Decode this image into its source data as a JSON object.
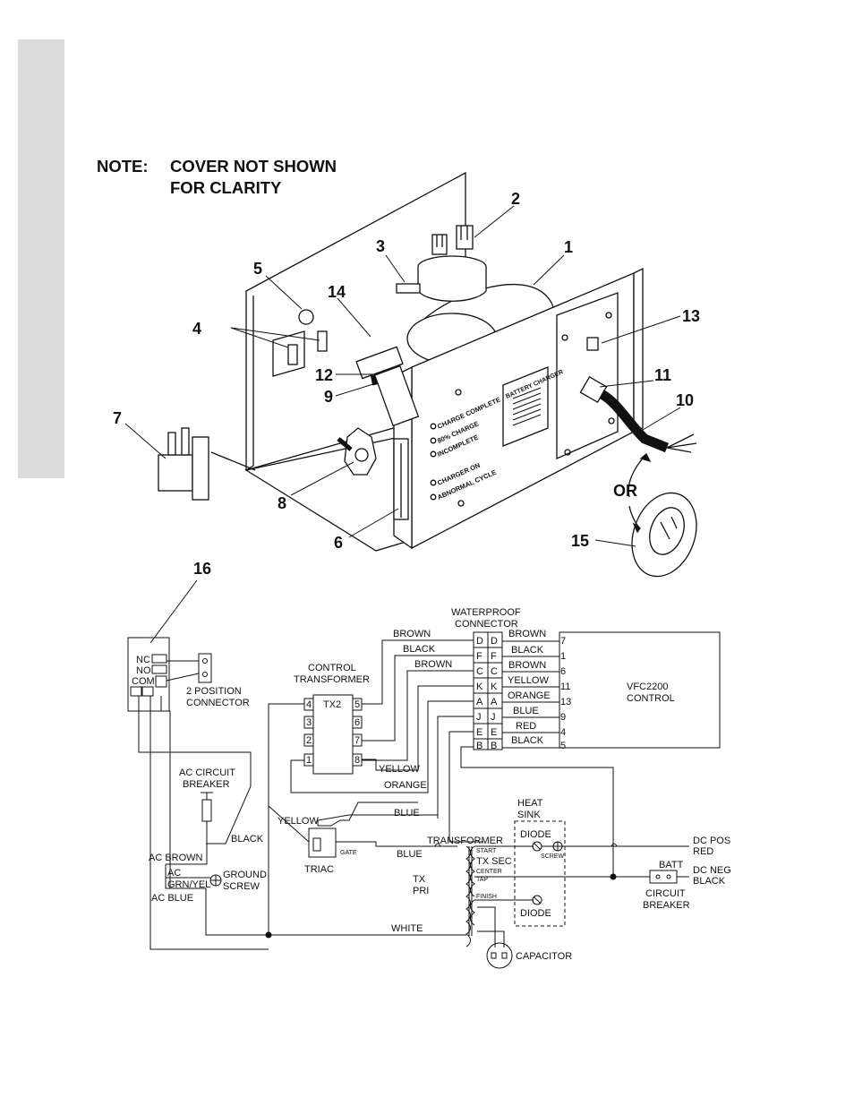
{
  "note": {
    "label": "NOTE:",
    "line1": "COVER NOT SHOWN",
    "line2": "FOR CLARITY"
  },
  "callouts": {
    "c1": "1",
    "c2": "2",
    "c3": "3",
    "c4": "4",
    "c5": "5",
    "c6": "6",
    "c7": "7",
    "c8": "8",
    "c9": "9",
    "c10": "10",
    "c11": "11",
    "c12": "12",
    "c13": "13",
    "c14": "14",
    "c15": "15",
    "c16": "16",
    "or": "OR"
  },
  "panel": {
    "indicators": [
      "CHARGE COMPLETE",
      "80% CHARGE",
      "INCOMPLETE",
      "CHARGER ON",
      "ABNORMAL CYCLE"
    ],
    "badge": "BATTERY CHARGER"
  },
  "schematic": {
    "waterproof_connector": [
      "WATERPROOF",
      "CONNECTOR"
    ],
    "control_transformer": [
      "CONTROL",
      "TRANSFORMER"
    ],
    "tx2": "TX2",
    "tx2_pins_left": [
      "4",
      "3",
      "2",
      "1"
    ],
    "tx2_pins_right": [
      "5",
      "6",
      "7",
      "8"
    ],
    "connector_rows": [
      {
        "pin": "D",
        "color": "BROWN",
        "num": "7"
      },
      {
        "pin": "F",
        "color": "BLACK",
        "num": "1"
      },
      {
        "pin": "C",
        "color": "BROWN",
        "num": "6"
      },
      {
        "pin": "K",
        "color": "YELLOW",
        "num": "11"
      },
      {
        "pin": "A",
        "color": "ORANGE",
        "num": "13"
      },
      {
        "pin": "J",
        "color": "BLUE",
        "num": "9"
      },
      {
        "pin": "E",
        "color": "RED",
        "num": "4"
      },
      {
        "pin": "B",
        "color": "BLACK",
        "num": "5"
      }
    ],
    "left_wire_labels": [
      "BROWN",
      "BLACK",
      "BROWN"
    ],
    "control": [
      "VFC2200",
      "CONTROL"
    ],
    "relay": {
      "nc": "NC",
      "no": "NO",
      "com": "COM"
    },
    "two_position_connector": [
      "2 POSITION",
      "CONNECTOR"
    ],
    "ac_circuit_breaker": [
      "AC CIRCUIT",
      "BREAKER"
    ],
    "labels": {
      "yellow_tx": "YELLOW",
      "orange": "ORANGE",
      "blue_top": "BLUE",
      "yellow_triac": "YELLOW",
      "black": "BLACK",
      "ac_brown": "AC BROWN",
      "ac": "AC",
      "grn_yel": "GRN/YEL",
      "ground_screw": [
        "GROUND",
        "SCREW"
      ],
      "ac_blue": "AC BLUE",
      "gate": "GATE",
      "triac": "TRIAC",
      "blue_low": "BLUE",
      "transformer": "TRANSFORMER",
      "tx_sec": "TX SEC",
      "start": "START",
      "center_tap": [
        "CENTER",
        "TAP"
      ],
      "finish": "FINISH",
      "tx_pri": [
        "TX",
        "PRI"
      ],
      "white": "WHITE",
      "capacitor": "CAPACITOR",
      "heat_sink": [
        "HEAT",
        "SINK"
      ],
      "diode_top": "DIODE",
      "diode_bottom": "DIODE",
      "screw": "SCREW",
      "dc_pos": [
        "DC POS",
        "RED"
      ],
      "dc_neg": [
        "DC NEG",
        "BLACK"
      ],
      "batt": "BATT",
      "circuit_breaker": [
        "CIRCUIT",
        "BREAKER"
      ]
    }
  }
}
